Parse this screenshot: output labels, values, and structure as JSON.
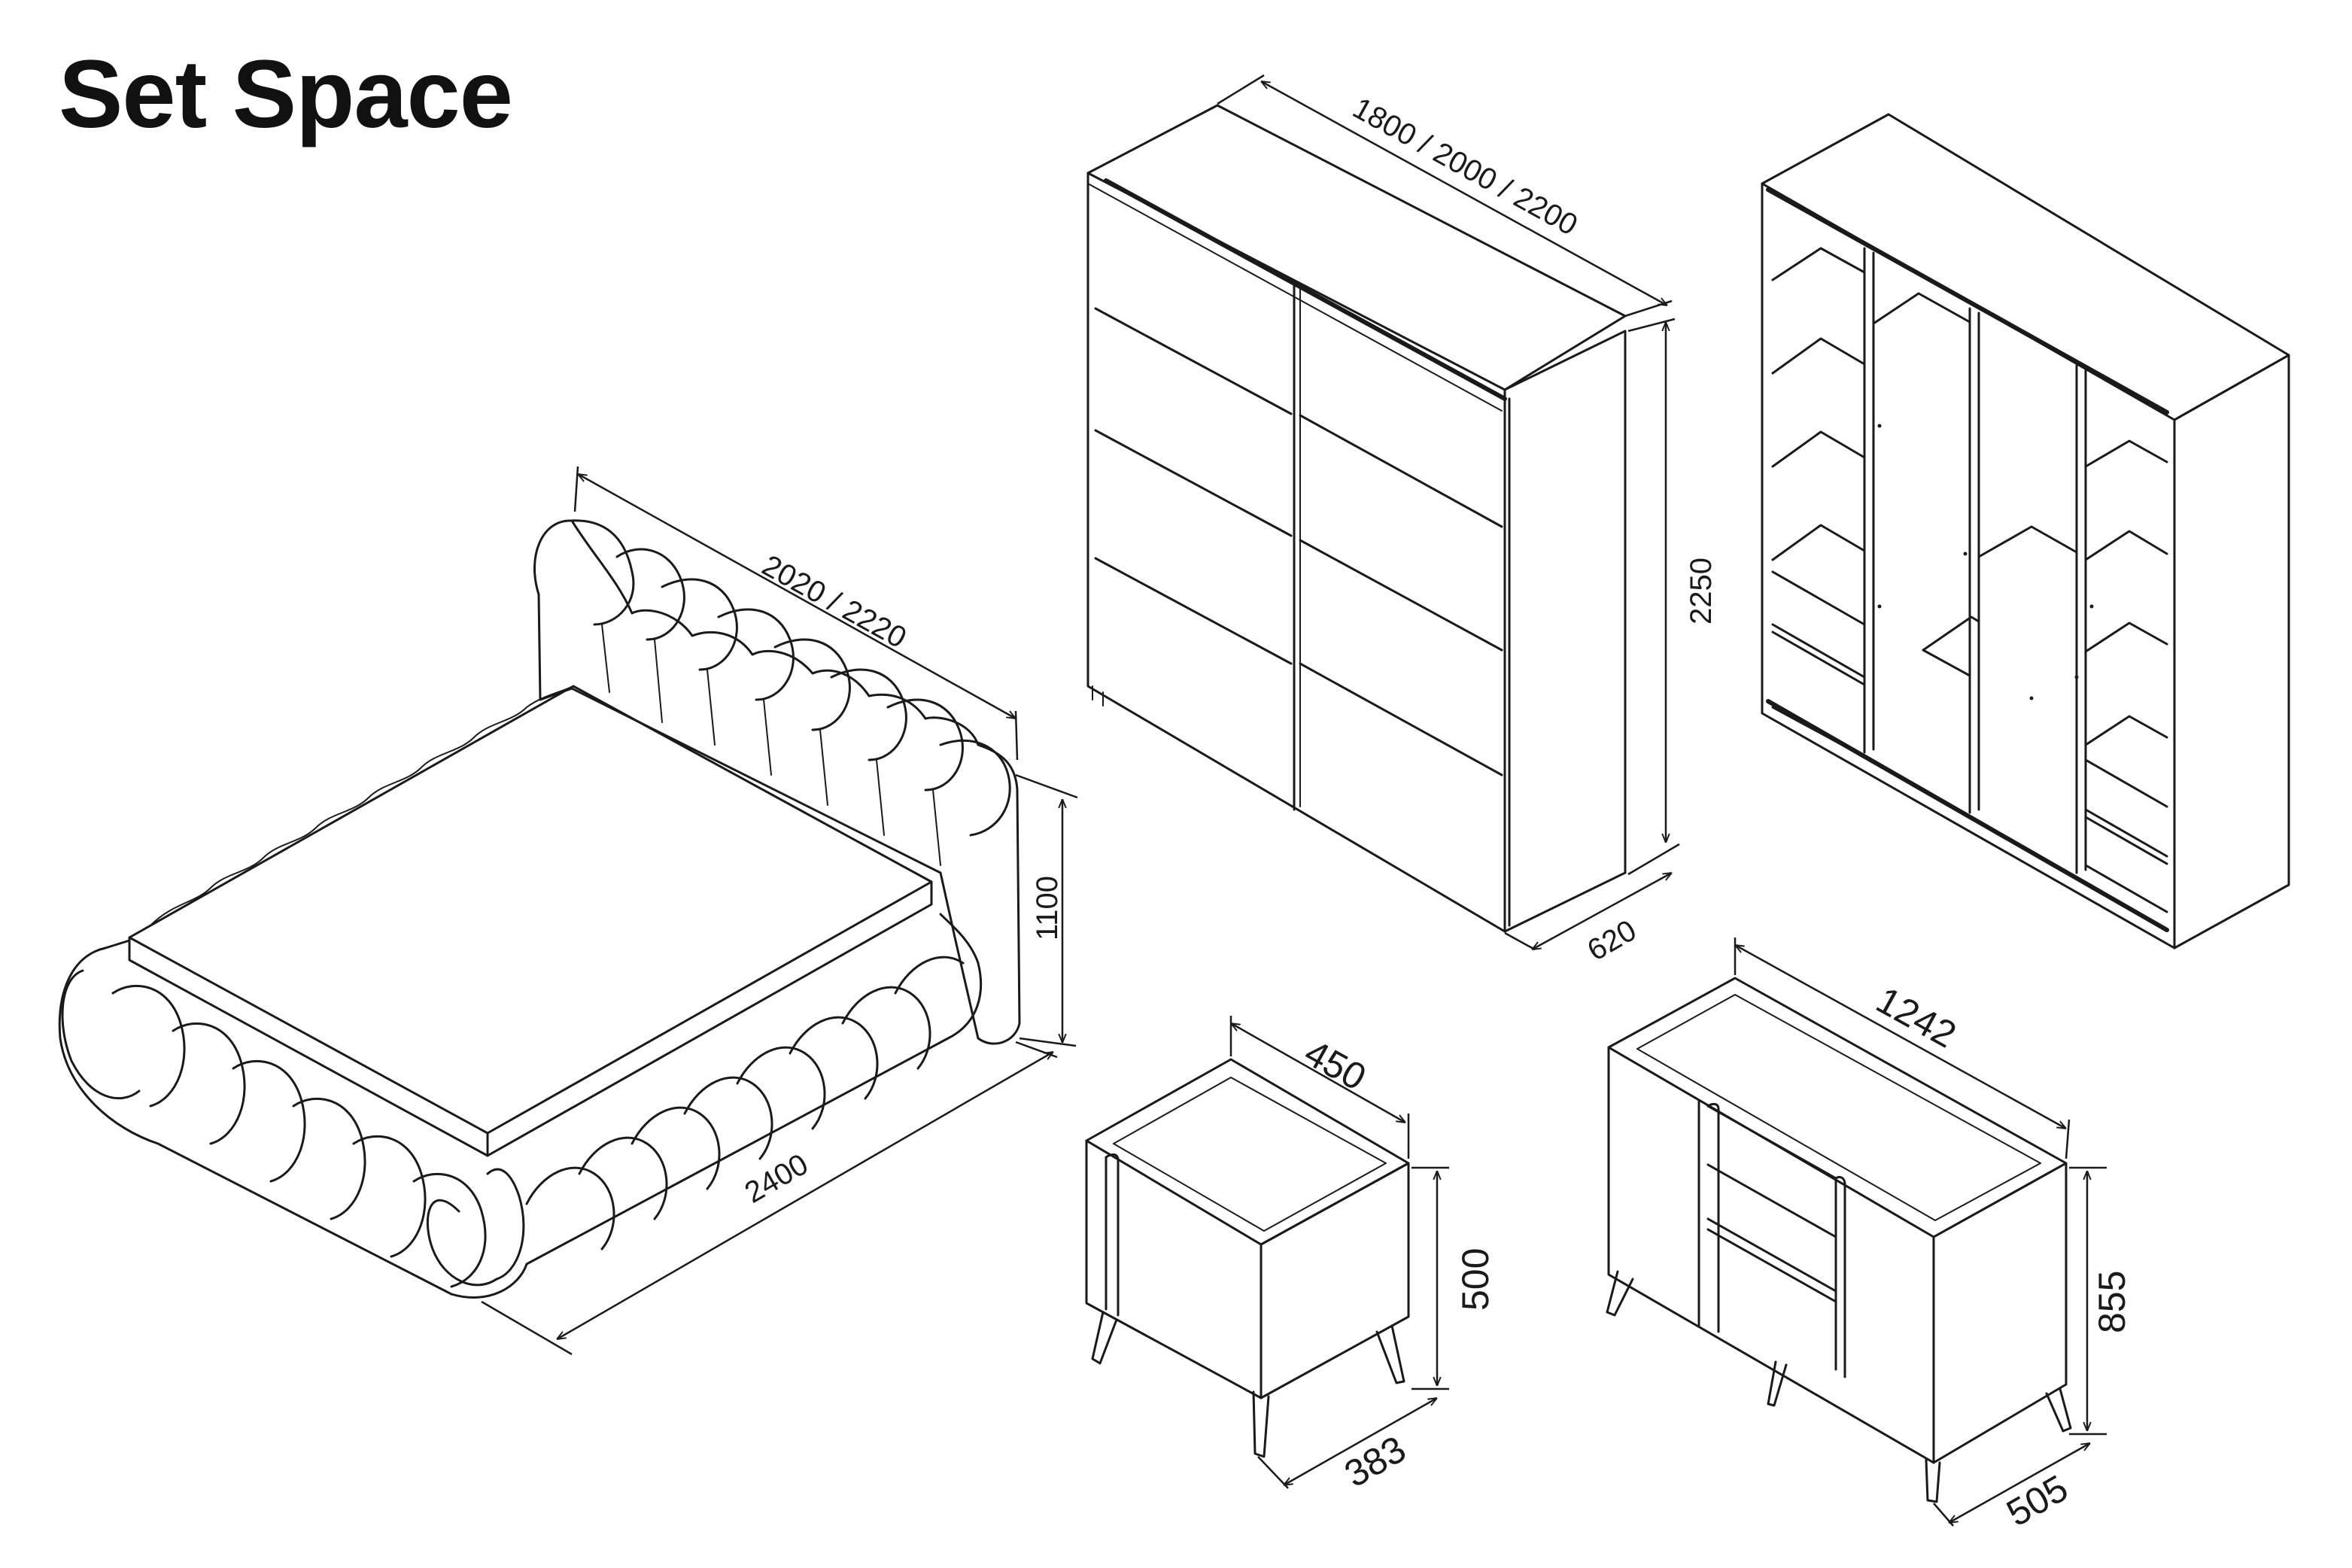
{
  "title": "Set Space",
  "colors": {
    "line": "#1a1a1a",
    "background": "#ffffff"
  },
  "bed": {
    "width_label": "2020 / 2220",
    "length_label": "2400",
    "height_label": "1100"
  },
  "wardrobe": {
    "width_label": "1800 / 2000 / 2200",
    "height_label": "2250",
    "depth_label": "620"
  },
  "nightstand": {
    "width_label": "450",
    "height_label": "500",
    "depth_label": "383"
  },
  "sideboard": {
    "width_label": "1242",
    "height_label": "855",
    "depth_label": "505"
  }
}
